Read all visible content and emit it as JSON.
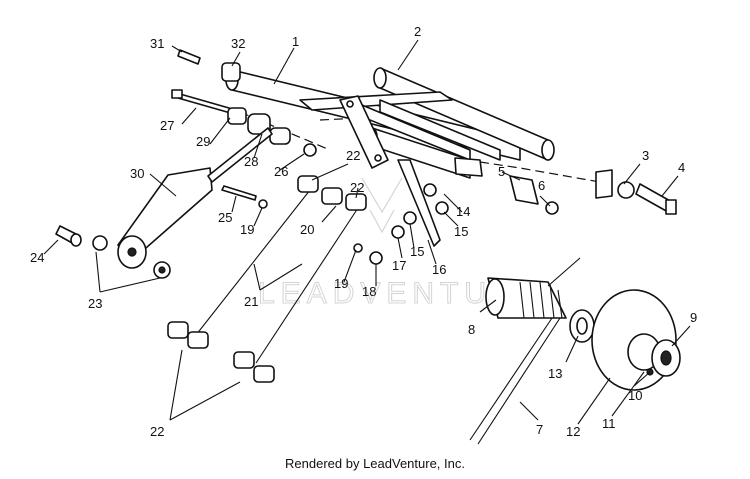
{
  "watermark": "LEADVENTURE",
  "footer": "Rendered by LeadVenture, Inc.",
  "callouts": {
    "c1": "1",
    "c2": "2",
    "c3": "3",
    "c4": "4",
    "c5": "5",
    "c6": "6",
    "c7": "7",
    "c8": "8",
    "c9": "9",
    "c10": "10",
    "c11": "11",
    "c12": "12",
    "c13": "13",
    "c14": "14",
    "c15a": "15",
    "c15b": "15",
    "c16": "16",
    "c17": "17",
    "c18": "18",
    "c19a": "19",
    "c19b": "19",
    "c20": "20",
    "c21": "21",
    "c22a": "22",
    "c22b": "22",
    "c22c": "22",
    "c23": "23",
    "c24": "24",
    "c25": "25",
    "c26": "26",
    "c27": "27",
    "c28": "28",
    "c29": "29",
    "c30": "30",
    "c31": "31",
    "c32": "32"
  }
}
